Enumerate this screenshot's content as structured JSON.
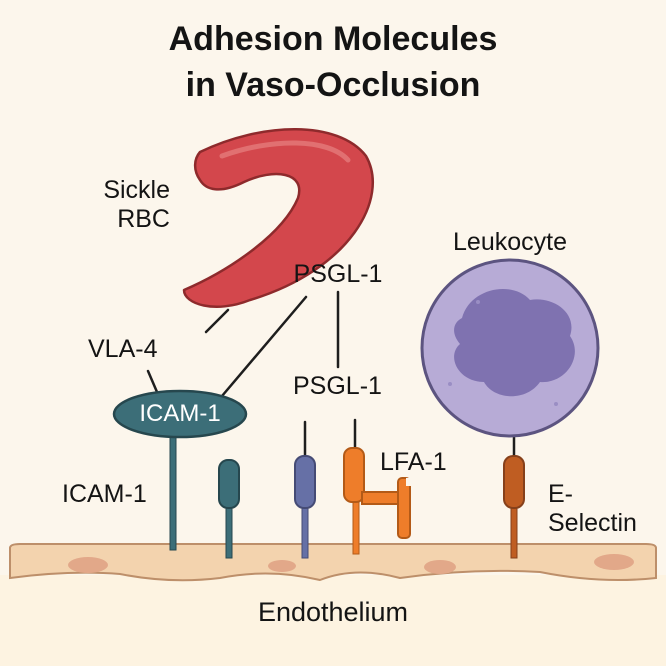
{
  "title": {
    "line1": "Adhesion Molecules",
    "line2": "in Vaso-Occlusion"
  },
  "labels": {
    "sickle_rbc_line1": "Sickle",
    "sickle_rbc_line2": "RBC",
    "leukocyte": "Leukocyte",
    "vla4": "VLA-4",
    "psgl1_top": "PSGL-1",
    "psgl1_mid": "PSGL-1",
    "icam1_pill": "ICAM-1",
    "icam1_left": "ICAM-1",
    "lfa1": "LFA-1",
    "eselectin_line1": "E-",
    "eselectin_line2": "Selectin",
    "endothelium": "Endothelium"
  },
  "colors": {
    "background": "#fcf6ec",
    "rbc": "#d3474c",
    "rbc_highlight": "#e57a7a",
    "leukocyte_membrane": "#b7abd6",
    "leukocyte_nucleus": "#7f72b0",
    "icam": "#3c6e78",
    "psgl": "#6670a6",
    "lfa": "#ee7d2a",
    "eselectin": "#bf5d22",
    "endothelium": "#f3d3ae",
    "endothelium_nuclei": "#e2a889",
    "lines": "#1e1e1e"
  }
}
